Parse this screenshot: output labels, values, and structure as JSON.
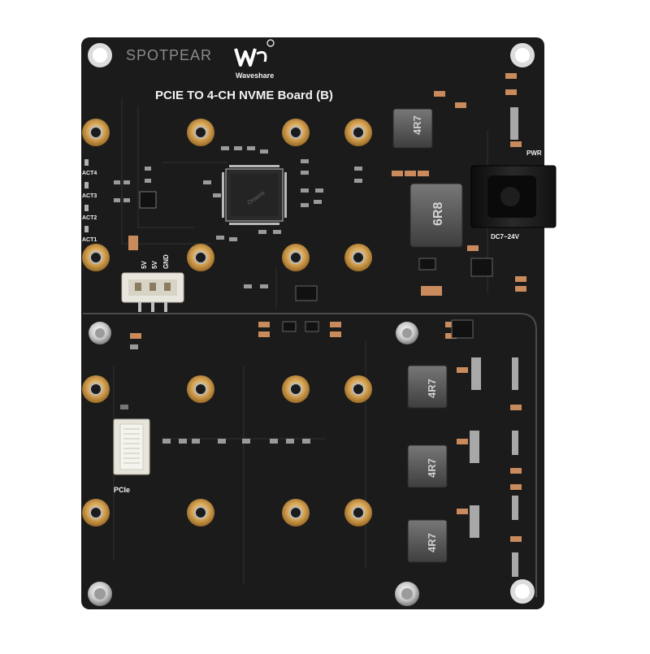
{
  "board": {
    "watermark": "SPOTPEAR",
    "brand_name": "Waveshare",
    "title": "PCIE TO 4-CH NVME Board (B)",
    "power_label": "PWR",
    "dc_label": "DC7~24V",
    "pcie_label": "PCIe",
    "header_pins": [
      "5V",
      "5V",
      "GND"
    ],
    "activity_leds": [
      "ACT4",
      "ACT3",
      "ACT2",
      "ACT1"
    ],
    "inductor_top": "4R7",
    "inductor_main": "6R8",
    "inductors_right": [
      "4R7",
      "4R7",
      "4R7"
    ],
    "colors": {
      "pcb": "#1b1b1b",
      "gold": "#c9963f",
      "silkscreen": "#f2f2f2",
      "background": "#ffffff"
    }
  }
}
